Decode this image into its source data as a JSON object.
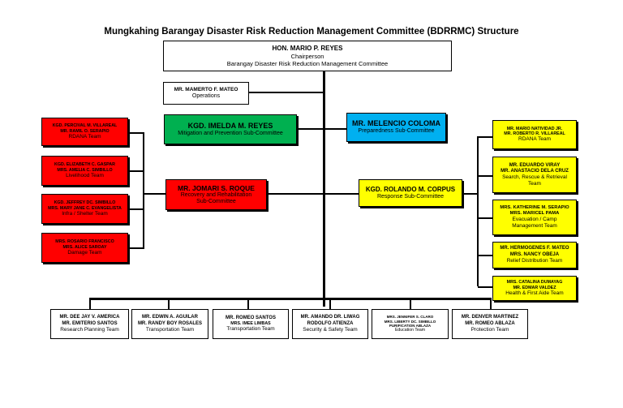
{
  "title": "Mungkahing Barangay Disaster Risk Reduction Management Committee (BDRRMC) Structure",
  "chair": {
    "name": "HON. MARIO P. REYES",
    "role": "Chairperson",
    "committee": "Barangay Disaster Risk Reduction Management Committee"
  },
  "operations": {
    "name": "MR. MAMERTO F. MATEO",
    "role": "Operations"
  },
  "mitigation": {
    "name": "KGD. IMELDA M. REYES",
    "role": "Mitigation and Prevention Sub-Committee",
    "color": "#00b050"
  },
  "preparedness": {
    "name": "MR. MELENCIO COLOMA",
    "role": "Preparedness Sub-Committee",
    "color": "#00b0f0"
  },
  "recovery": {
    "name": "MR. JOMARI S. ROQUE",
    "role1": "Recovery and Rehabilitation",
    "role2": "Sub-Committee",
    "color": "#ff0000"
  },
  "response": {
    "name": "KGD. ROLANDO M. CORPUS",
    "role": "Response Sub-Committee",
    "color": "#ffff00"
  },
  "left_teams": [
    {
      "name1": "KGD. PERCIVAL M. VILLAREAL",
      "name2": "MR. RAMIL O. SERAPIO",
      "team": "RDANA Team"
    },
    {
      "name1": "KGD. ELIZABETH C. GASPAR",
      "name2": "MRS. AMELIA C. SIMBILLO",
      "team": "Livelihood Team"
    },
    {
      "name1": "KGD. JEFFREY DC. SIMBILLO",
      "name2": "MRS. MARY JANE C. EVANGELISTA",
      "team": "Infra / Shelter Team"
    },
    {
      "name1": "MRS. ROSARIO FRANCISCO",
      "name2": "MRS. ALICE SAROAY",
      "team": "Damage Team"
    }
  ],
  "right_teams": [
    {
      "name1": "MR. MARIO NATIVIDAD JR.",
      "name2": "MR. ROBERTO R. VILLAREAL",
      "team1": "RDANA Team",
      "team2": ""
    },
    {
      "name1": "MR. EDUARDO VIRAY",
      "name2": "MR. ANASTACIO DELA CRUZ",
      "team1": "Search, Rescue & Retrieval",
      "team2": "Team"
    },
    {
      "name1": "MRS. KATHERINE M. SERAPIO",
      "name2": "MRS. MARICEL PAMA",
      "team1": "Evacuation / Camp",
      "team2": "Management Team"
    },
    {
      "name1": "MR. HERMOGENES F. MATEO",
      "name2": "MRS. NANCY OBEJA",
      "team1": "Relief Distribution Team",
      "team2": ""
    },
    {
      "name1": "MRS. CATALINA DUMAYAG",
      "name2": "MR. EDMAR VALDEZ",
      "team1": "Health & First Aide Team",
      "team2": ""
    }
  ],
  "bottom_teams": [
    {
      "name1": "MR. DEE JAY V. AMERICA",
      "name2": "MR. EMITERIO SANTOS",
      "name3": "",
      "team": "Research Planning Team"
    },
    {
      "name1": "MR. EDWIN A. AGUILAR",
      "name2": "MR. RANDY BOY ROSALES",
      "name3": "",
      "team": "Transportation Team"
    },
    {
      "name1": "MR. ROMEO SANTOS",
      "name2": "MRS. IMEE LIMBAS",
      "name3": "",
      "team": "Transportation Team"
    },
    {
      "name1": "MR. AMANDO DR. LIWAG",
      "name2": "RODOLFO ATIENZA",
      "name3": "",
      "team": "Security & Safety Team"
    },
    {
      "name1": "MRS. JENNIFER S. CLARO",
      "name2": "MRS. LIBERTY DC. SIMBILLO",
      "name3": "PURIFICATION ABLAZA",
      "team": "Education Team"
    },
    {
      "name1": "MR. DENVER MARTINEZ",
      "name2": "MR. ROMEO ABLAZA",
      "name3": "",
      "team": "Protection Team"
    }
  ]
}
